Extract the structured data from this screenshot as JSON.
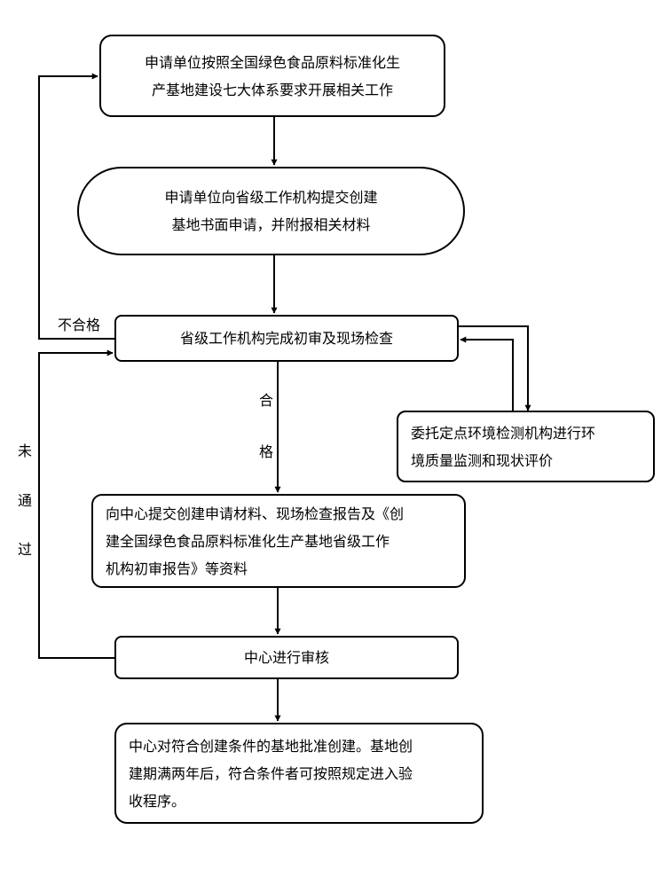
{
  "diagram": {
    "nodes": {
      "step1": {
        "text": "申请单位按照全国绿色食品原料标准化生\n产基地建设七大体系要求开展相关工作"
      },
      "step2": {
        "text": "申请单位向省级工作机构提交创建\n基地书面申请，并附报相关材料"
      },
      "step3": {
        "text": "省级工作机构完成初审及现场检查"
      },
      "side": {
        "text": "委托定点环境检测机构进行环\n境质量监测和现状评价"
      },
      "step4": {
        "text": "向中心提交创建申请材料、现场检查报告及《创\n建全国绿色食品原料标准化生产基地省级工作\n机构初审报告》等资料"
      },
      "step5": {
        "text": "中心进行审核"
      },
      "step6": {
        "text": "中心对符合创建条件的基地批准创建。基地创\n建期满两年后，符合条件者可按照规定进入验\n收程序。"
      }
    },
    "labels": {
      "fail": "不合格",
      "pass_1": "合",
      "pass_2": "格",
      "notpass_1": "未",
      "notpass_2": "通",
      "notpass_3": "过"
    }
  }
}
